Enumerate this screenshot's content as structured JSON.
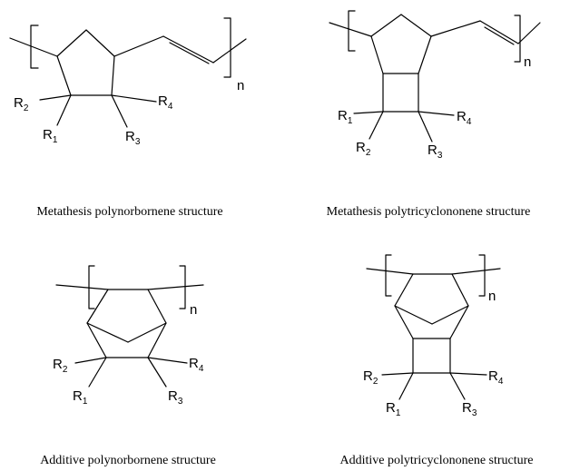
{
  "captions": {
    "metathesis_polynorbornene": "Metathesis polynorbornene structure",
    "metathesis_polytricyclononene": "Metathesis polytricyclononene structure",
    "additive_polynorbornene": "Additive polynorbornene structure",
    "additive_polytricyclononene": "Additive polytricyclononene structure"
  },
  "labels": {
    "R": "R",
    "n": "n",
    "sub1": "1",
    "sub2": "2",
    "sub3": "3",
    "sub4": "4"
  }
}
